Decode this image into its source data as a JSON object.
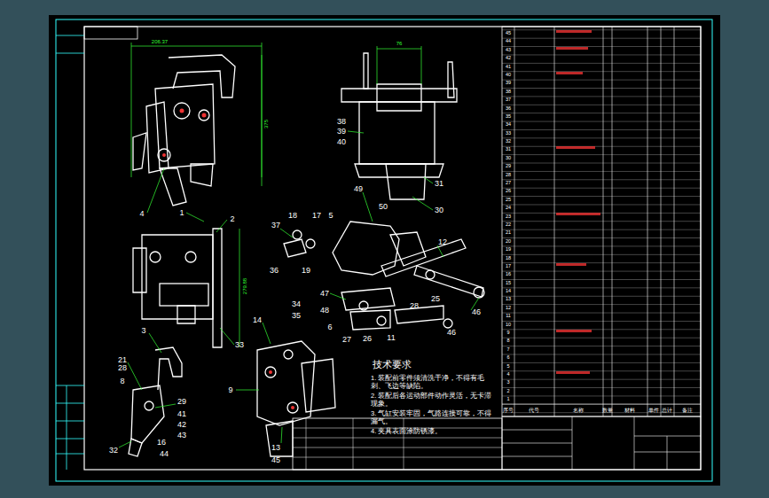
{
  "diagram": {
    "labels": [
      "4",
      "38",
      "39",
      "40",
      "31",
      "30",
      "1",
      "2",
      "37",
      "18",
      "17",
      "5",
      "49",
      "50",
      "36",
      "19",
      "12",
      "47",
      "48",
      "25",
      "6",
      "27",
      "26",
      "28",
      "11",
      "46",
      "46",
      "33",
      "3",
      "14",
      "34",
      "35",
      "21",
      "28",
      "8",
      "9",
      "29",
      "41",
      "42",
      "43",
      "16",
      "44",
      "32",
      "13",
      "45",
      "206.37",
      "76",
      "375",
      "279.88",
      "技术要求",
      "1. 装配前零件须清洗干净，不得有毛刺、飞边等缺陷。",
      "2. 装配后各运动部件动作灵活，无卡滞现象。",
      "3. 气缸安装牢固，气路连接可靠，不得漏气。",
      "4. 夹具表面涂防锈漆。",
      "45",
      "44",
      "43",
      "42",
      "41",
      "40",
      "39",
      "38",
      "37",
      "36",
      "35",
      "34",
      "33",
      "32",
      "31",
      "30",
      "29",
      "28",
      "27",
      "26",
      "25",
      "24",
      "23",
      "22",
      "21",
      "20",
      "19",
      "18",
      "17",
      "16",
      "15",
      "14",
      "13",
      "12",
      "11",
      "10",
      "9",
      "8",
      "7",
      "6",
      "5",
      "4",
      "3",
      "2",
      "1",
      "序号",
      "代号",
      "名称",
      "数量",
      "材料",
      "单件",
      "总计",
      "备注"
    ]
  }
}
